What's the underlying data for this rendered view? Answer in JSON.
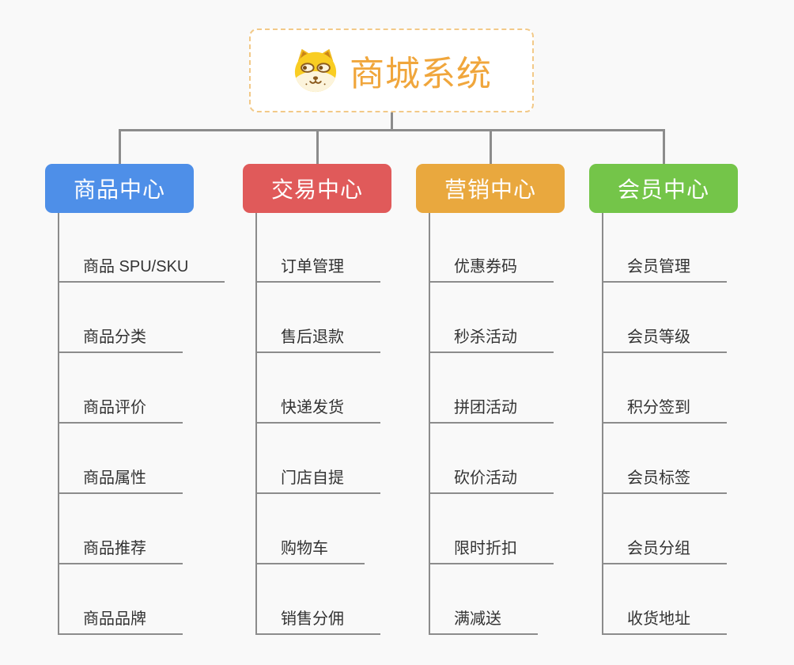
{
  "root": {
    "title": "商城系统",
    "icon": "dog-face-icon"
  },
  "branches": [
    {
      "label": "商品中心",
      "color": "#4e8fe8",
      "children": [
        "商品 SPU/SKU",
        "商品分类",
        "商品评价",
        "商品属性",
        "商品推荐",
        "商品品牌"
      ]
    },
    {
      "label": "交易中心",
      "color": "#e05a5a",
      "children": [
        "订单管理",
        "售后退款",
        "快递发货",
        "门店自提",
        "购物车",
        "销售分佣"
      ]
    },
    {
      "label": "营销中心",
      "color": "#e9a83e",
      "children": [
        "优惠券码",
        "秒杀活动",
        "拼团活动",
        "砍价活动",
        "限时折扣",
        "满减送"
      ]
    },
    {
      "label": "会员中心",
      "color": "#74c549",
      "children": [
        "会员管理",
        "会员等级",
        "积分签到",
        "会员标签",
        "会员分组",
        "收货地址"
      ]
    }
  ],
  "colors": {
    "background": "#f9f9f9",
    "root_title": "#f0a63c",
    "root_border": "#f2c988",
    "connector_line": "#8c8c8c",
    "child_text": "#333333",
    "dog_yellow": "#f9cd22",
    "dog_cream": "#fcf4dc",
    "dog_brown": "#8a5a1e"
  }
}
